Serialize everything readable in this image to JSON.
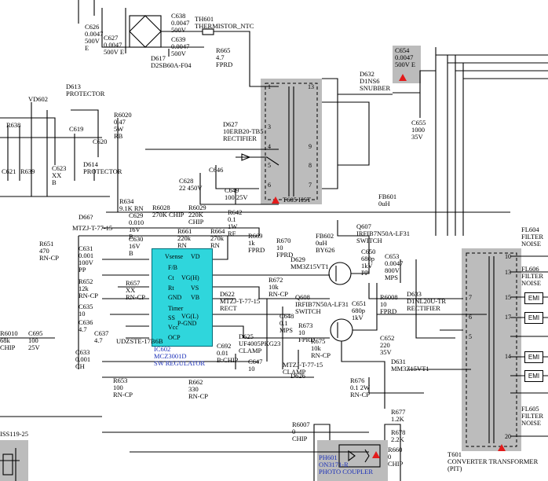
{
  "labels": {
    "c626": "C626\n0.0047\n500V\nE",
    "c627": "C627\n0.0047\n500V E",
    "c638": "C638\n0.0047\n500V",
    "c639": "C639\n0.0047\n500V",
    "th601": "TH601\nTHERMISTOR_NTC",
    "d617": "D617\nD2SB60A-F04",
    "r665": "R665\n4.7\nFPRD",
    "c654": "C654\n0.0047\n500V E",
    "d632": "D632\nD1NS6\nSNUBBER",
    "c655": "C655\n1000\n35V",
    "d613": "D613\nPROTECTOR",
    "vd602": "VD602",
    "r638": "R638",
    "r6020": "R6020\n0.47\n5W\nRB",
    "c619": "C619",
    "c620": "C620",
    "c621": "C621",
    "r639": "R639",
    "c623": "C623\nXX\nB",
    "d614": "D614\nPROTECTOR",
    "d627": "D627\n10ERB20-TB5\nRECTIFIER",
    "c646": "C646",
    "c628": "C628\n22 450V",
    "c649": "C649\n100 25V",
    "t605": "T605 HST",
    "r634": "R634\n9.1K RN",
    "r6028": "R6028\n270K CHIP",
    "r6029": "R6029\n220K\nCHIP",
    "c629": "C629\n0.010\n16V\nB",
    "r642": "R642\n0.1\n1W\nRF",
    "d66x": "D66?",
    "mtzj1": "MTZJ-T-77-15",
    "r661": "R661\n220k\nRN",
    "r664": "R664\n270k\nRN",
    "r669": "R669\n1k\nFPRD",
    "r670": "R670\n10\nFPRD",
    "fb601": "FB601\n0uH",
    "q607": "Q607\nIRFIB7N50A-LF31\nSWITCH",
    "fb602": "FB602\n0uH\nBY626",
    "d629": "D629\nMM3Z15VT1",
    "c650": "C650\n680p\n1kV\nPP",
    "c653": "C653\n0.0047\n800V\nMPS",
    "r651": "R651\n470\nRN-CP",
    "c631": "C631\n0.001\n100V\nPP",
    "c630": "C630\n16V\nB",
    "r652": "R652\n12k\nRN-CP",
    "r657": "R657\nXX\nRN-CP",
    "d622": "D622\nMTZJ-T-77-15\nRECT",
    "r672": "R672\n10k\nRN-CP",
    "q608": "Q608\nIRFIB7N50A-LF31\nSWITCH",
    "c651": "C651\n680p\n1kV",
    "r6008": "R6008\n10\nFPRD",
    "d633": "D633\nD1NL20U-TR\nRECTIFIER",
    "c635": "C635\n10",
    "c636": "C636\n4.7",
    "c637": "C637\n4.7",
    "c633": "C633\n0.001\nCH",
    "udzste": "UDZSTE-17B6B",
    "c648": "C648\n0.1\nMPS",
    "r673": "R673\n10\nFPRD",
    "d625": "D625\nUF4005PKG23\nCLAMP",
    "c692": "C692\n0.01\nB:CHIP",
    "c647": "C647\n10",
    "d626": "D626",
    "r675": "R675\n10k\nRN-CP",
    "c652": "C652\n220\n35V",
    "d631": "D631\nMM3Z15VT1",
    "mtzj2": "MTZJ-T-77-15\nCLAMP",
    "r676": "R676\n0.1 2W\nRN-CP",
    "r653": "R653\n100\nRN-CP",
    "r662": "R662\n330\nRN-CP",
    "ic602": "IC602\nMCZ3001D\nSW REGULATOR",
    "r6010": "R6010\n68k\nCHIP",
    "c695": "C695\n100\n25V",
    "iss": "ISS119-25",
    "r6007": "R6007\n0\nCHIP",
    "ph601": "PH601\nON3171-R\nPHOTO COUPLER",
    "r677": "R677\n1.2K",
    "r678": "R678\n2.2K",
    "r660": "R660\n0\nCHIP",
    "fl604": "FL604\nFILTER\nNOISE",
    "fl606": "FL606\nFILTER\nNOISE",
    "fl605": "FL605\nFILTER\nNOISE",
    "t601": "T601\nCONVERTER TRANSFORMER\n(PIT)",
    "emi": "EMI"
  },
  "ic_pins": {
    "vsense": "Vsense",
    "fb": "F/B",
    "ct": "Ct",
    "rt": "Rt",
    "gnd": "GND",
    "timer": "Timer",
    "ss": "SS",
    "vcc": "Vcc",
    "ocp": "OCP",
    "vd": "VD",
    "vgh": "VG(H)",
    "vs": "VS",
    "vb": "VB",
    "vgl": "VG(L)",
    "pgnd": "P-GND"
  },
  "t605_pins": [
    "1",
    "13",
    "3",
    "4",
    "5",
    "6",
    "9",
    "8",
    "7"
  ],
  "t601_pins": [
    "10",
    "13",
    "15",
    "17",
    "7",
    "6",
    "5",
    "14",
    "20"
  ],
  "colors": {
    "ic_fill": "#2fd6dc",
    "gray_box": "#bcbcbc",
    "warning": "#e31b1b",
    "blue_text": "#1a2fb8"
  }
}
